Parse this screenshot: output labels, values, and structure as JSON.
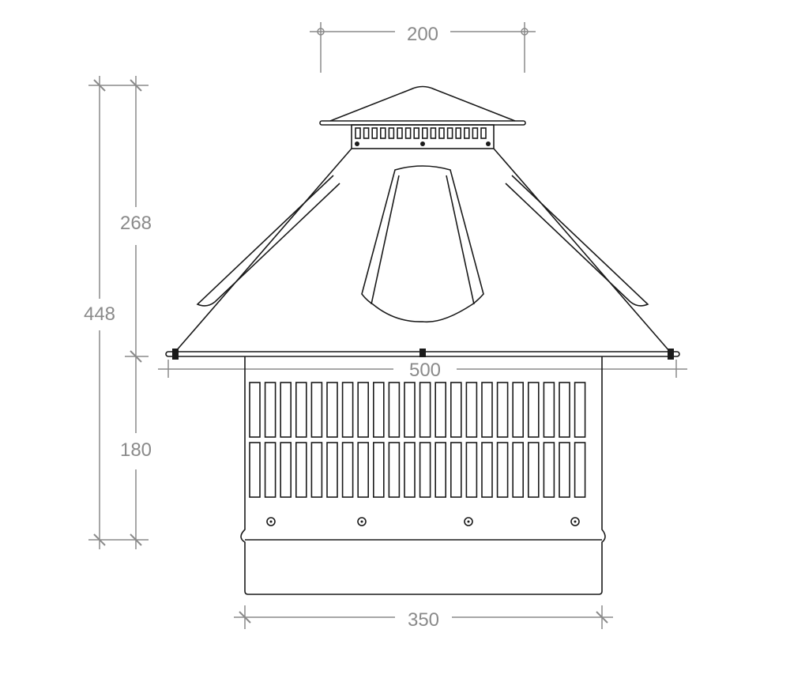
{
  "title": "Chimney cowl technical drawing",
  "dimensions": {
    "top_width": "200",
    "total_height": "448",
    "hood_height": "268",
    "base_height": "180",
    "hood_width": "500",
    "base_width": "350"
  },
  "cap_slot_count": 16,
  "grid_columns": 22,
  "grid_rows": 2,
  "colors": {
    "line": "#1a1a1a",
    "dimension": "#8a8a8a"
  }
}
